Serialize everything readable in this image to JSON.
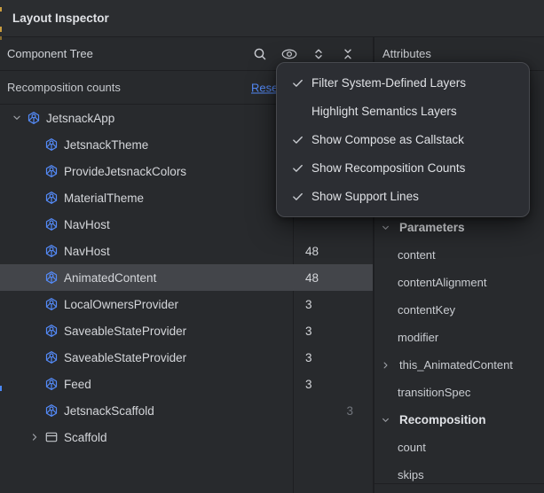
{
  "window": {
    "title": "Layout Inspector"
  },
  "component_tree_panel": {
    "header": "Component Tree",
    "toolbar": [
      {
        "icon": "search-icon"
      },
      {
        "icon": "view-options-icon"
      },
      {
        "icon": "expand-all-icon"
      },
      {
        "icon": "collapse-all-icon"
      }
    ],
    "recomposition_row": {
      "label": "Recomposition counts",
      "reset_label": "Reset"
    },
    "tree": [
      {
        "label": "JetsnackApp",
        "depth": 0,
        "icon": "compose-node-icon",
        "chevron": "expanded",
        "count": ""
      },
      {
        "label": "JetsnackTheme",
        "depth": 1,
        "icon": "compose-node-icon",
        "count": ""
      },
      {
        "label": "ProvideJetsnackColors",
        "depth": 1,
        "icon": "compose-node-icon",
        "count": ""
      },
      {
        "label": "MaterialTheme",
        "depth": 1,
        "icon": "compose-node-icon",
        "count": ""
      },
      {
        "label": "NavHost",
        "depth": 1,
        "icon": "compose-node-icon",
        "count": ""
      },
      {
        "label": "NavHost",
        "depth": 1,
        "icon": "compose-node-icon",
        "count": "48"
      },
      {
        "label": "AnimatedContent",
        "depth": 1,
        "icon": "compose-node-icon",
        "count": "48",
        "selected": true
      },
      {
        "label": "LocalOwnersProvider",
        "depth": 1,
        "icon": "compose-node-icon",
        "count": "3"
      },
      {
        "label": "SaveableStateProvider",
        "depth": 1,
        "icon": "compose-node-icon",
        "count": "3"
      },
      {
        "label": "SaveableStateProvider",
        "depth": 1,
        "icon": "compose-node-icon",
        "count": "3"
      },
      {
        "label": "Feed",
        "depth": 1,
        "icon": "compose-node-icon",
        "count": "3"
      },
      {
        "label": "JetsnackScaffold",
        "depth": 1,
        "icon": "compose-node-icon",
        "count": "3",
        "count_dim": true
      },
      {
        "label": "Scaffold",
        "depth": 1,
        "icon": "android-view-icon",
        "chevron": "collapsed",
        "count": ""
      }
    ]
  },
  "attributes_panel": {
    "header": "Attributes",
    "rows": [
      {
        "label": "Parameters",
        "type": "section"
      },
      {
        "label": "content",
        "type": "param"
      },
      {
        "label": "contentAlignment",
        "type": "param"
      },
      {
        "label": "contentKey",
        "type": "param"
      },
      {
        "label": "modifier",
        "type": "param"
      },
      {
        "label": "this_AnimatedContent",
        "type": "param-expandable"
      },
      {
        "label": "transitionSpec",
        "type": "param"
      },
      {
        "label": "Recomposition",
        "type": "section"
      },
      {
        "label": "count",
        "type": "param"
      },
      {
        "label": "skips",
        "type": "param"
      }
    ]
  },
  "view_options_menu": {
    "items": [
      {
        "label": "Filter System-Defined Layers",
        "checked": true
      },
      {
        "label": "Highlight Semantics Layers",
        "checked": false
      },
      {
        "label": "Show Compose as Callstack",
        "checked": true
      },
      {
        "label": "Show Recomposition Counts",
        "checked": true
      },
      {
        "label": "Show Support Lines",
        "checked": true
      }
    ]
  },
  "colors": {
    "accent_blue": "#548AF7",
    "link_blue": "#548AF7",
    "selection_gray": "#43454A",
    "panel_bg": "#282A2D",
    "header_bg": "#2B2D30",
    "menu_bg": "#2C2E33",
    "border": "#1E1F22",
    "dim_count": "#71757C"
  }
}
